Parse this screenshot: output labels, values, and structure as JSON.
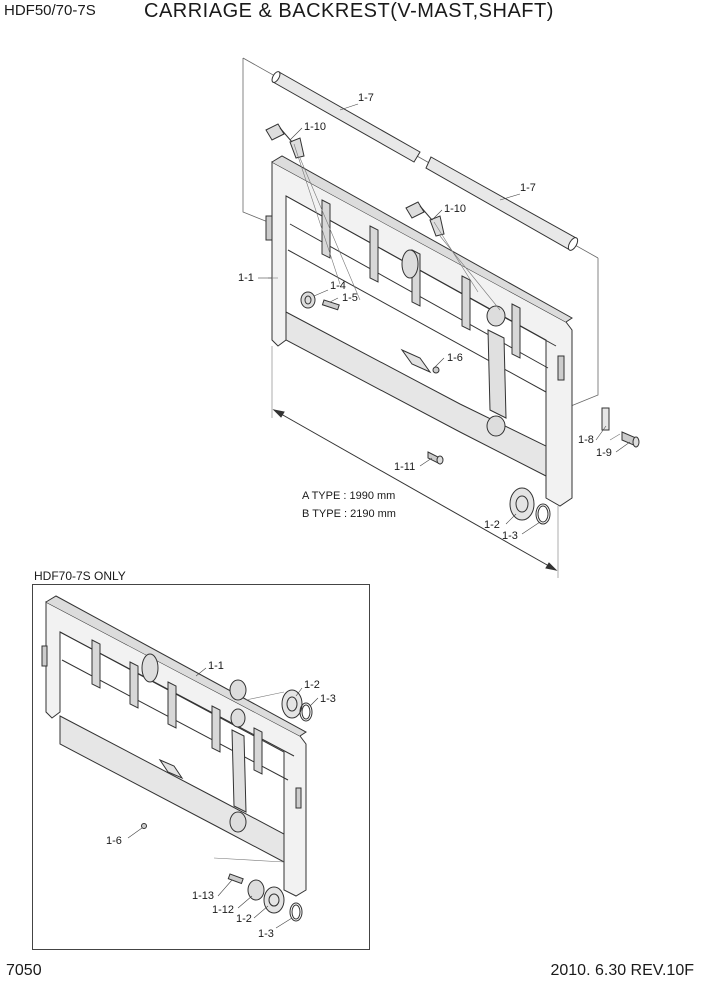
{
  "header": {
    "model": "HDF50/70-7S",
    "title": "CARRIAGE & BACKREST(V-MAST,SHAFT)"
  },
  "main_view": {
    "labels": {
      "l_1_7a": "1-7",
      "l_1_7b": "1-7",
      "l_1_10a": "1-10",
      "l_1_10b": "1-10",
      "l_1_1": "1-1",
      "l_1_4": "1-4",
      "l_1_5": "1-5",
      "l_1_6": "1-6",
      "l_1_8": "1-8",
      "l_1_9": "1-9",
      "l_1_11": "1-11",
      "l_1_2": "1-2",
      "l_1_3": "1-3"
    },
    "spec_a": "A TYPE : 1990 mm",
    "spec_b": "B TYPE : 2190 mm"
  },
  "inset": {
    "title": "HDF70-7S ONLY",
    "labels": {
      "l_1_1": "1-1",
      "l_1_2a": "1-2",
      "l_1_3a": "1-3",
      "l_1_6": "1-6",
      "l_1_13": "1-13",
      "l_1_12": "1-12",
      "l_1_2b": "1-2",
      "l_1_3b": "1-3"
    }
  },
  "footer": {
    "page": "7050",
    "date_rev": "2010. 6.30  REV.10F"
  }
}
